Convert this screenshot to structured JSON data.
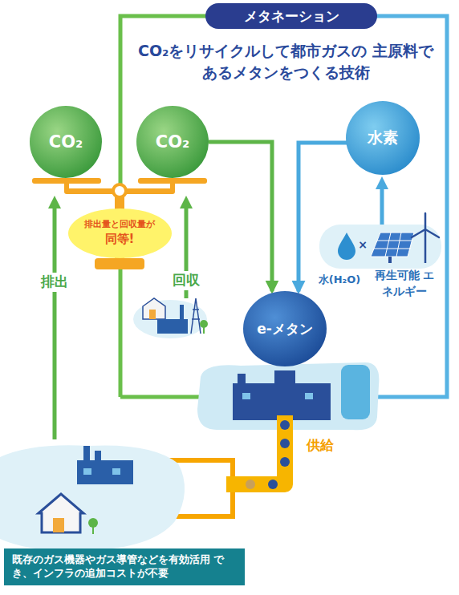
{
  "diagram": {
    "title": "メタネーション",
    "nodes": [
      {
        "text": [
          "CO₂"
        ]
      },
      {
        "text": [
          "CO₂"
        ]
      },
      {
        "text": [
          "水素"
        ]
      },
      {
        "text": [
          "e-メタン"
        ]
      },
      {
        "text": [
          "排出量と回収量が",
          "同等!"
        ]
      },
      {
        "text": [
          "既存のガス機器やガス導管などを有効活用 でき、インフラの追加コストが不要"
        ]
      }
    ],
    "edges": [
      {
        "from": 1,
        "to": 3,
        "arrow": "to"
      },
      {
        "from": 2,
        "to": 3,
        "arrow": "to"
      }
    ],
    "labels": [
      "CO₂をリサイクルして都市ガスの 主原料であるメタンをつくる技術",
      "排出",
      "回収",
      "×",
      "水(H₂O)",
      "再生可能 エネルギー",
      "供給"
    ]
  }
}
